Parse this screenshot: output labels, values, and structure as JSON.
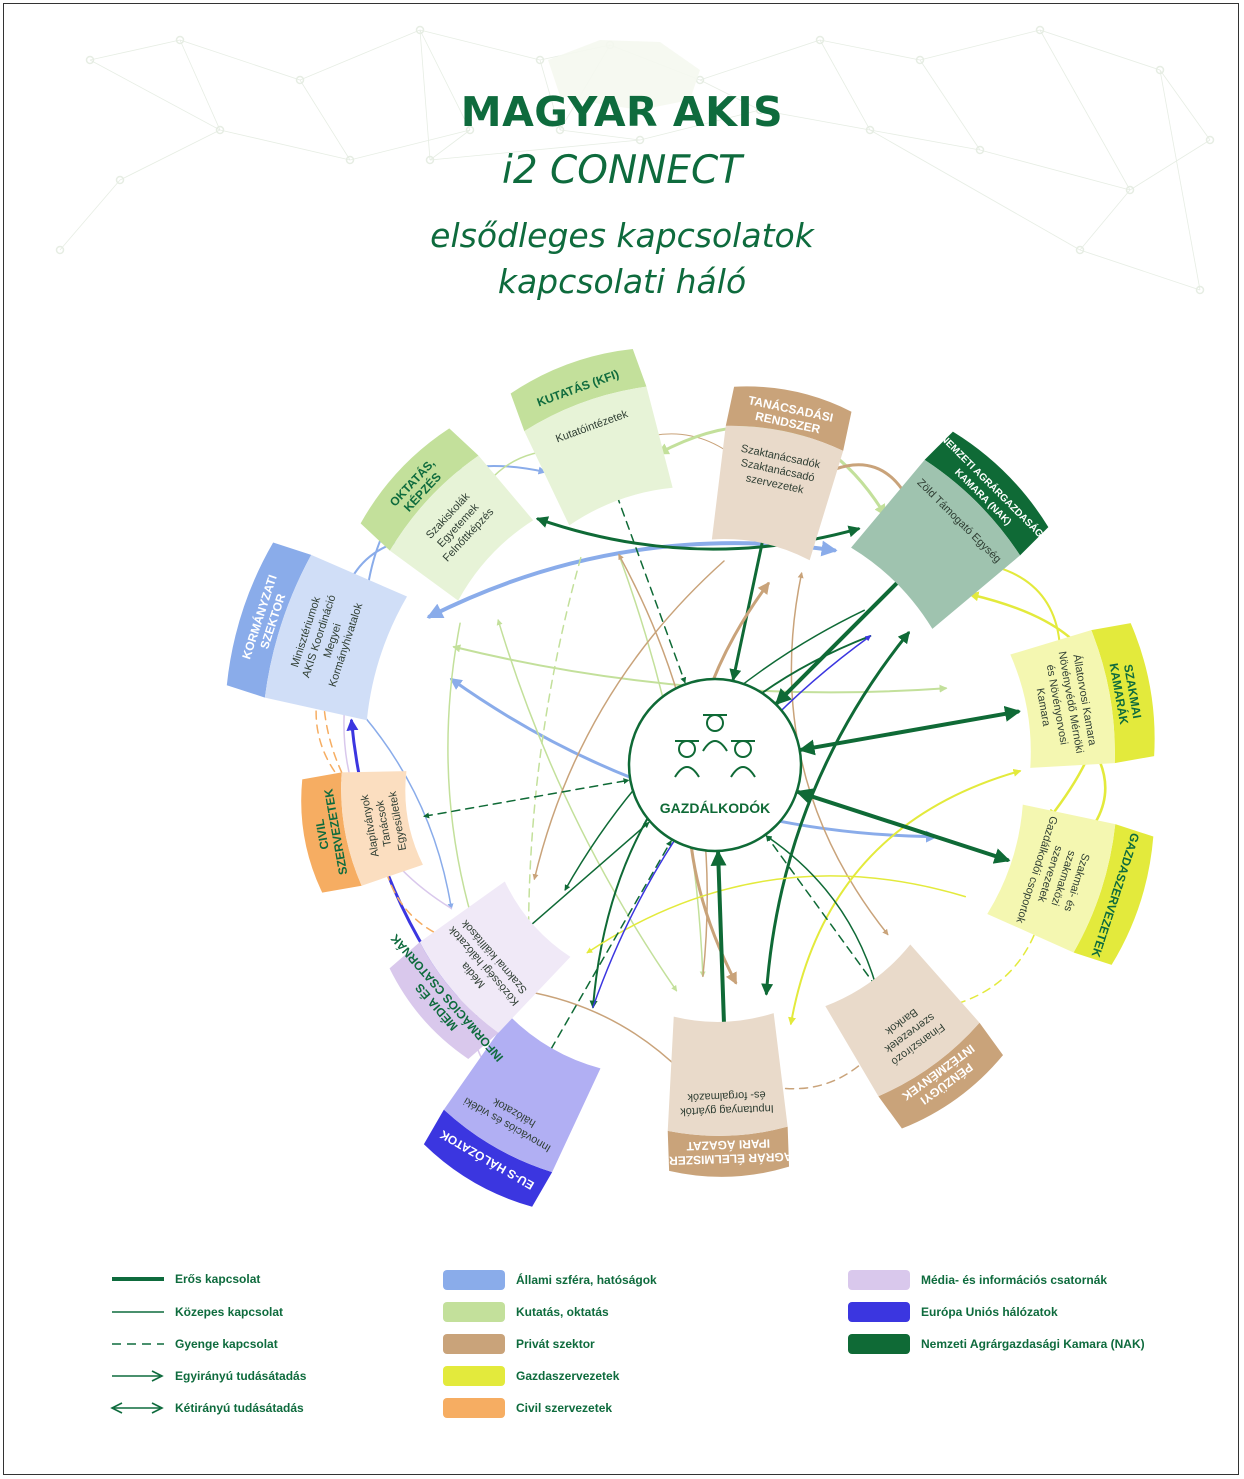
{
  "title": {
    "line1_prefix": "MAGYAR",
    "line1_bold": "AKIS",
    "line2": "i2 CONNECT",
    "line3": "elsődleges kapcsolatok",
    "line4": "kapcsolati háló"
  },
  "center": {
    "label": "GAZDÁLKODÓK"
  },
  "colors": {
    "state": "#8aacea",
    "research": "#c3e09b",
    "private": "#c9a37a",
    "farmorg": "#e3ea3c",
    "civil": "#f6ad62",
    "media": "#d9c8ec",
    "eu": "#3b36e0",
    "nak": "#0f6a36",
    "text": "#0e6b3d"
  },
  "nodes": [
    {
      "key": "korm",
      "title": [
        "KORMÁNYZATI",
        "SZEKTOR"
      ],
      "lines": [
        "Minisztériumok",
        "AKIS Koordináció",
        "Megyei",
        "Kormányhivatalok"
      ]
    },
    {
      "key": "okt",
      "title": [
        "OKTATÁS,",
        "KÉPZÉS"
      ],
      "lines": [
        "Szakiskolák",
        "Egyetemek",
        "Felnőttképzés"
      ]
    },
    {
      "key": "kut",
      "title": [
        "KUTATÁS (KFI)"
      ],
      "lines": [
        "Kutatóintézetek"
      ]
    },
    {
      "key": "tan",
      "title": [
        "TANÁCSADÁSI",
        "RENDSZER"
      ],
      "lines": [
        "Szaktanácsadók",
        "Szaktanácsadó",
        "szervezetek"
      ]
    },
    {
      "key": "nak",
      "title": [
        "NEMZETI AGRÁRGAZDASÁGI",
        "KAMARA (NAK)"
      ],
      "lines": [
        "Zöld Támogató Egység"
      ]
    },
    {
      "key": "szak",
      "title": [
        "SZAKMAI",
        "KAMARÁK"
      ],
      "lines": [
        "Állatorvosi Kamara",
        "Növényvédő Mérnöki",
        "és Növényorvosi",
        "Kamara"
      ]
    },
    {
      "key": "gazd",
      "title": [
        "GAZDASZERVEZETEK"
      ],
      "lines": [
        "Szakmai- és",
        "szakmaközi",
        "szervezetek",
        "Gazdálkodói csoportok"
      ]
    },
    {
      "key": "penz",
      "title": [
        "PÉNZÜGYI",
        "INTÉZMÉNYEK"
      ],
      "lines": [
        "Finanszírozó",
        "szervezetek",
        "Bankok"
      ]
    },
    {
      "key": "agrar",
      "title": [
        "AGRÁR ÉLELMISZER-",
        "IPARI ÁGAZAT"
      ],
      "lines": [
        "Inputanyag gyártók",
        "és- forgalmazók"
      ]
    },
    {
      "key": "eu",
      "title": [
        "EU-S HÁLÓZATOK"
      ],
      "lines": [
        "Innovációs és vidéki",
        "hálózatok"
      ]
    },
    {
      "key": "media",
      "title": [
        "MÉDIA ÉS",
        "INFORMÁCIÓS CSATORNÁK"
      ],
      "lines": [
        "Média",
        "Közösségi hálózatok",
        "Szakmai kiállítások"
      ]
    },
    {
      "key": "civil",
      "title": [
        "CIVIL",
        "SZERVEZETEK"
      ],
      "lines": [
        "Alapítványok",
        "Tanácsok",
        "Egyesületek"
      ]
    }
  ],
  "legend": {
    "lines": [
      {
        "label": "Erős kapcsolat"
      },
      {
        "label": "Közepes kapcsolat"
      },
      {
        "label": "Gyenge kapcsolat"
      },
      {
        "label": "Egyirányú tudásátadás"
      },
      {
        "label": "Kétirányú tudásátadás"
      }
    ],
    "colors_mid": [
      {
        "label": "Állami szféra, hatóságok",
        "color": "#8aacea"
      },
      {
        "label": "Kutatás, oktatás",
        "color": "#c3e09b"
      },
      {
        "label": "Privát szektor",
        "color": "#c9a37a"
      },
      {
        "label": "Gazdaszervezetek",
        "color": "#e3ea3c"
      },
      {
        "label": "Civil szervezetek",
        "color": "#f6ad62"
      }
    ],
    "colors_right": [
      {
        "label": "Média- és információs csatornák",
        "color": "#d9c8ec"
      },
      {
        "label": "Európa Uniós hálózatok",
        "color": "#3b36e0"
      },
      {
        "label": "Nemzeti Agrárgazdasági Kamara (NAK)",
        "color": "#0f6a36"
      }
    ]
  }
}
